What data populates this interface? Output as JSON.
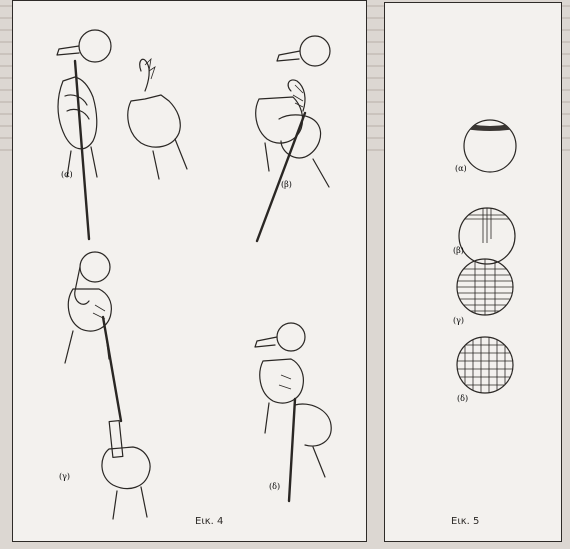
{
  "figure4": {
    "caption": "Εικ. 4",
    "labels": [
      "(α)",
      "(β)",
      "(γ)",
      "(δ)"
    ]
  },
  "figure5": {
    "caption": "Εικ. 5",
    "labels": [
      "(α)",
      "(β)",
      "(γ)",
      "(δ)"
    ]
  },
  "colors": {
    "paper": "#dcd7d2",
    "panel": "#f3f1ee",
    "ink": "#2a2724"
  }
}
